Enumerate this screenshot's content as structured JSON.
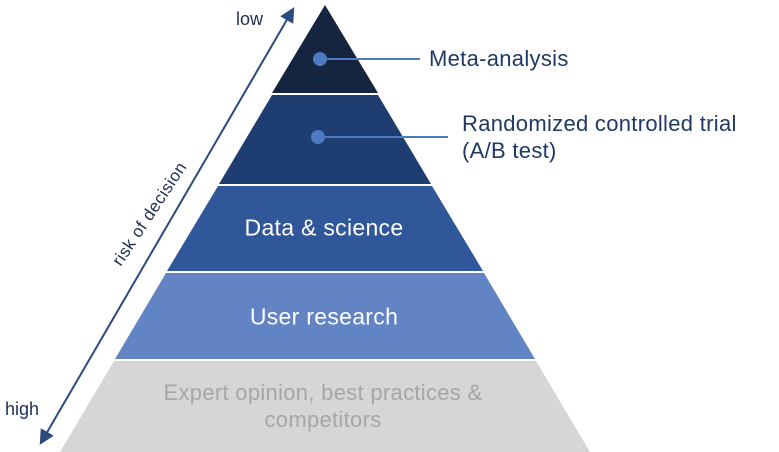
{
  "diagram": {
    "title": "evidence pyramid: risk of decision",
    "axis": {
      "label": "risk of decision",
      "top_label": "low",
      "bottom_label": "high",
      "arrow_color": "#2b4a7f"
    },
    "callout": {
      "color": "#4d7ac2"
    },
    "levels": [
      {
        "label": "Meta-analysis",
        "color": "#152540",
        "text_color": "#1f3864",
        "placement": "callout"
      },
      {
        "label": "Randomized controlled trial (A/B test)",
        "color": "#1e3e72",
        "text_color": "#1f3864",
        "placement": "callout"
      },
      {
        "label": "Data & science",
        "color": "#2f5799",
        "text_color": "#ffffff",
        "placement": "inside"
      },
      {
        "label": "User research",
        "color": "#6284c5",
        "text_color": "#ffffff",
        "placement": "inside"
      },
      {
        "label": "Expert opinion, best practices & competitors",
        "color": "#d6d6d6",
        "text_color": "#a6a6a6",
        "placement": "inside"
      }
    ]
  }
}
